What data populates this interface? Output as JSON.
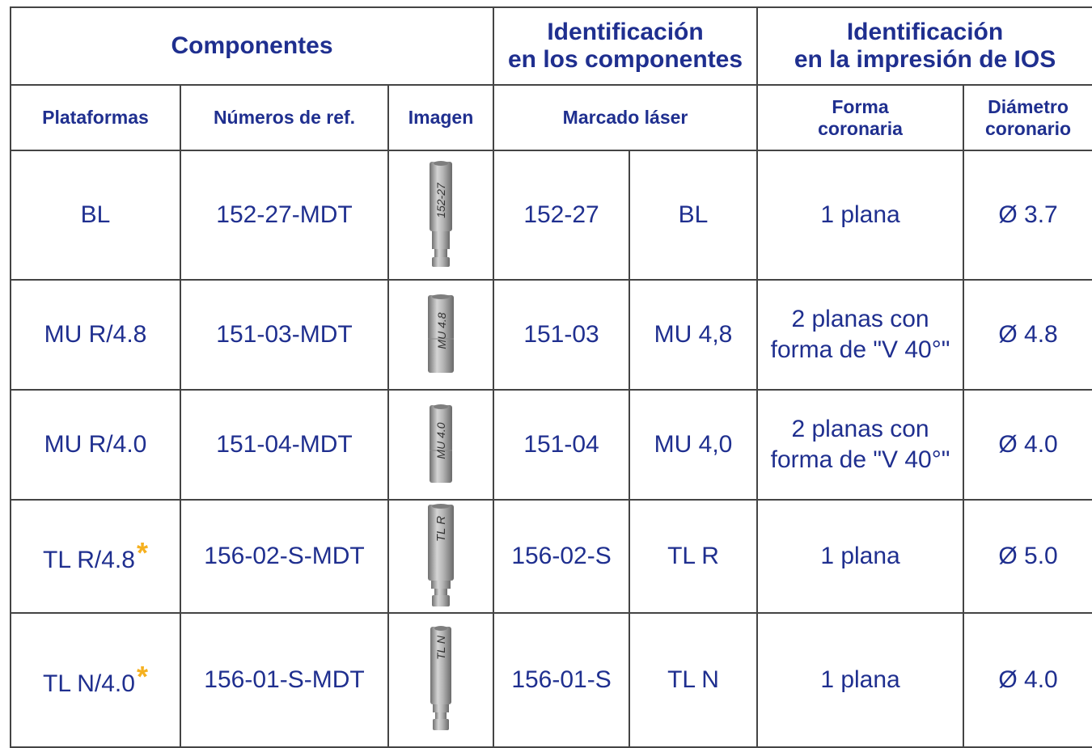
{
  "header": {
    "group_componentes": "Componentes",
    "group_ident_componentes": [
      "Identificación",
      "en los componentes"
    ],
    "group_ident_ios": [
      "Identificación",
      "en la impresión de IOS"
    ],
    "col_plataformas": "Plataformas",
    "col_numeros_ref": "Números de ref.",
    "col_imagen": "Imagen",
    "col_marcado_laser": "Marcado láser",
    "col_forma_coronaria": [
      "Forma",
      "coronaria"
    ],
    "col_diametro_coronario": [
      "Diámetro",
      "coronario"
    ]
  },
  "rows": [
    {
      "platform": "BL",
      "asterisk": "",
      "ref": "152-27-MDT",
      "image_engraving": "152-27",
      "laser_code": "152-27",
      "laser_platform": "BL",
      "crown_shape": "1 plana",
      "crown_diameter": "Ø 3.7"
    },
    {
      "platform": "MU R/4.8",
      "asterisk": "",
      "ref": "151-03-MDT",
      "image_engraving": "MU 4.8",
      "laser_code": "151-03",
      "laser_platform": "MU 4,8",
      "crown_shape": "2 planas con forma de \"V 40°\"",
      "crown_diameter": "Ø 4.8"
    },
    {
      "platform": "MU R/4.0",
      "asterisk": "",
      "ref": "151-04-MDT",
      "image_engraving": "MU 4.0",
      "laser_code": "151-04",
      "laser_platform": "MU 4,0",
      "crown_shape": "2 planas con forma de \"V 40°\"",
      "crown_diameter": "Ø 4.0"
    },
    {
      "platform": "TL R/4.8",
      "asterisk": "*",
      "ref": "156-02-S-MDT",
      "image_engraving": "TL R",
      "laser_code": "156-02-S",
      "laser_platform": "TL R",
      "crown_shape": "1 plana",
      "crown_diameter": "Ø 5.0"
    },
    {
      "platform": "TL N/4.0",
      "asterisk": "*",
      "ref": "156-01-S-MDT",
      "image_engraving": "TL N",
      "laser_code": "156-01-S",
      "laser_platform": "TL N",
      "crown_shape": "1 plana",
      "crown_diameter": "Ø 4.0"
    }
  ],
  "colors": {
    "text": "#1f2f8f",
    "asterisk": "#f5b01f",
    "border": "#444444",
    "metal": "#9a9a9a"
  }
}
